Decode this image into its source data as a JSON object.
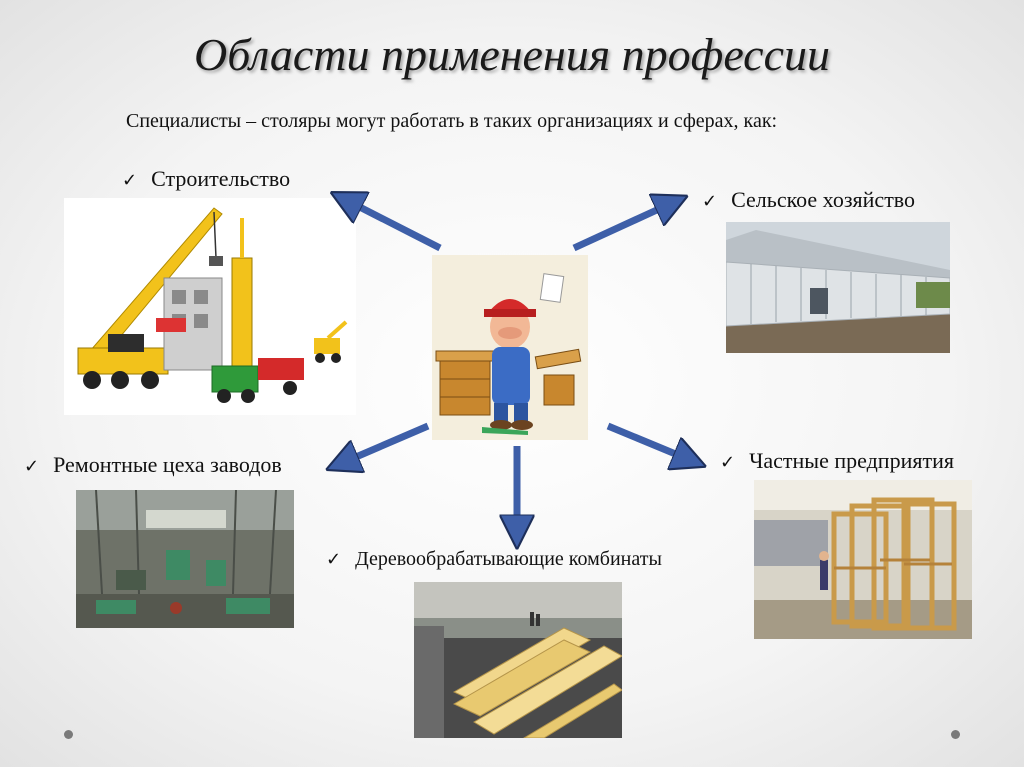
{
  "slide": {
    "title": "Области применения профессии",
    "subtitle": "Специалисты – столяры могут работать в таких организациях и сферах, как:",
    "check_glyph": "✓",
    "arrow_color": "#3e5fa8",
    "items": [
      {
        "label": "Строительство",
        "image": "construction-toy-crane-image"
      },
      {
        "label": "Сельское хозяйство",
        "image": "greenhouse-farm-building-image"
      },
      {
        "label": "Ремонтные цеха заводов",
        "image": "factory-repair-workshop-image"
      },
      {
        "label": "Деревообрабатывающие комбинаты",
        "image": "lumber-mill-boards-image"
      },
      {
        "label": "Частные предприятия",
        "image": "wooden-window-frames-workshop-image"
      }
    ],
    "center_image": "cartoon-carpenter-image"
  }
}
